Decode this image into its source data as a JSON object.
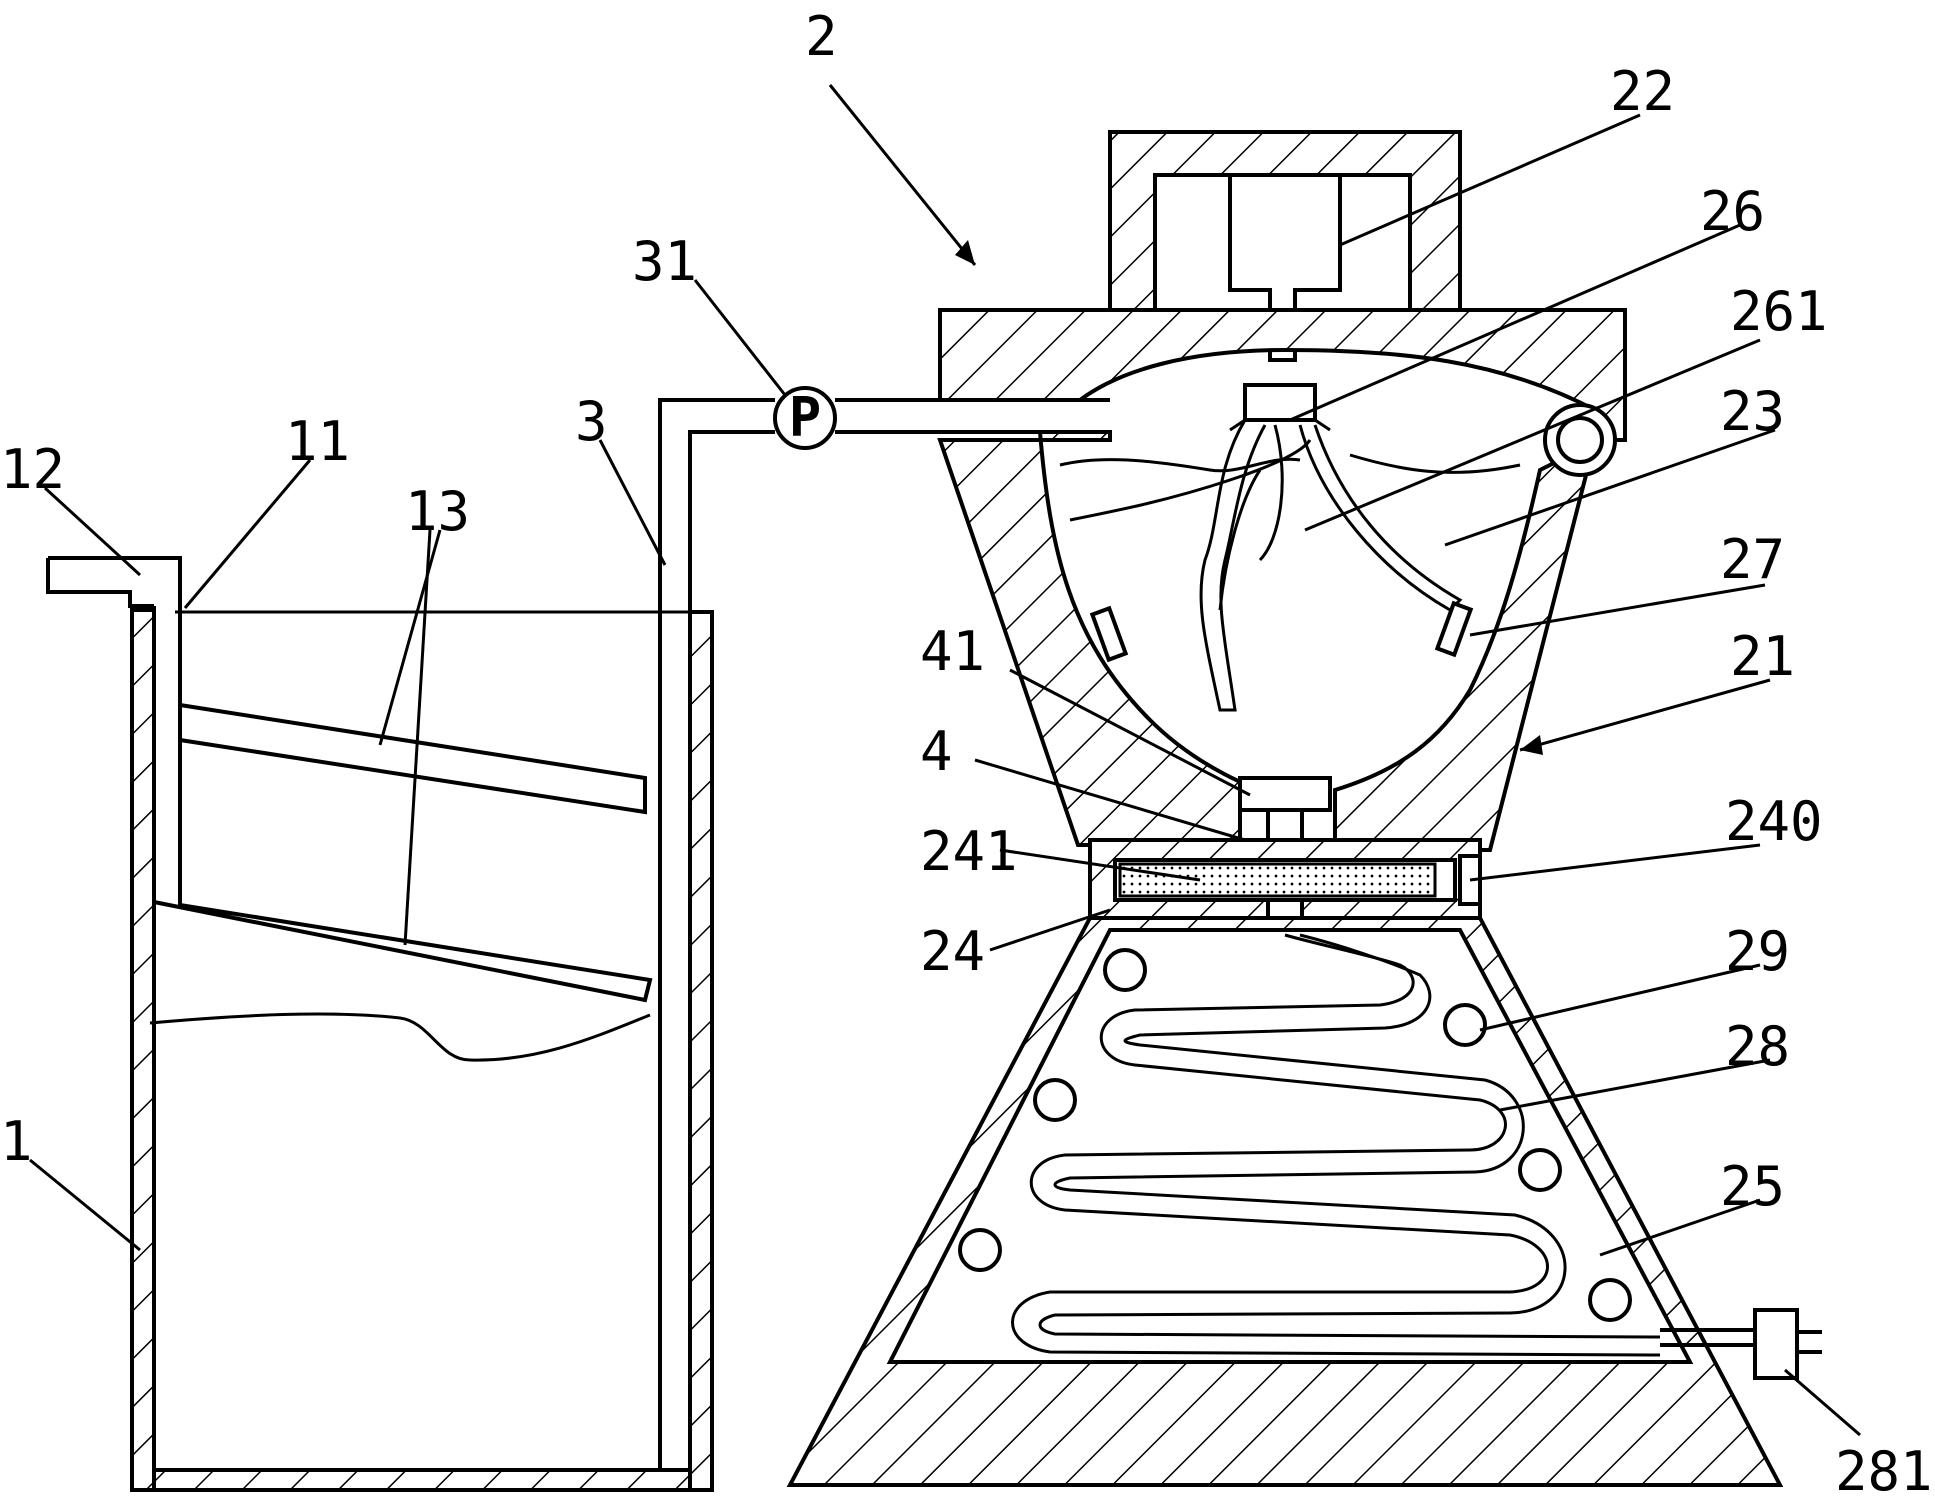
{
  "figure": {
    "labels": {
      "l1": "1",
      "l11": "11",
      "l12": "12",
      "l13": "13",
      "l2": "2",
      "l21": "21",
      "l22": "22",
      "l23": "23",
      "l24": "24",
      "l240": "240",
      "l241": "241",
      "l25": "25",
      "l26": "26",
      "l261": "261",
      "l27": "27",
      "l28": "28",
      "l281": "281",
      "l29": "29",
      "l3": "3",
      "l31": "31",
      "l4": "4",
      "l41": "41"
    },
    "pump_symbol": "P"
  }
}
